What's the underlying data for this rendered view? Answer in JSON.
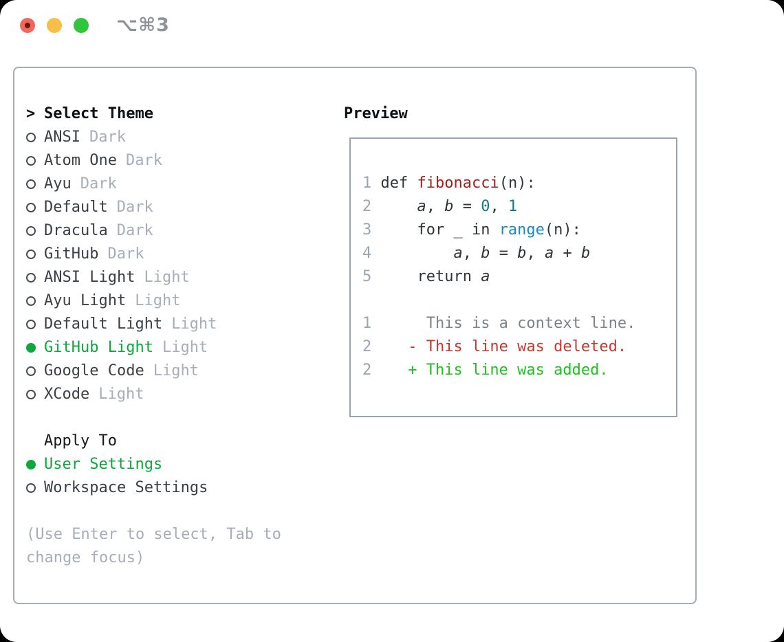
{
  "window": {
    "title": "⌥⌘3"
  },
  "colors": {
    "selection_green": "#0ca83c",
    "added_green": "#1dc31d",
    "deleted_red": "#c5392e",
    "function_red": "#a32220",
    "builtin_blue": "#1c88c3",
    "number_teal": "#0d7f7f",
    "code_text": "#2e353b",
    "muted_gray": "#a7aeb9",
    "lineno_gray": "#9aa4b2",
    "context_gray": "#7c838b",
    "panel_border": "#a6adb6",
    "traffic_red": "#ee6a5e",
    "traffic_yellow": "#f7bf4a",
    "traffic_green": "#2fc63c"
  },
  "menu": {
    "prompt": ">",
    "title": "Select Theme",
    "themes": [
      {
        "name": "ANSI",
        "variant": "Dark",
        "selected": false
      },
      {
        "name": "Atom One",
        "variant": "Dark",
        "selected": false
      },
      {
        "name": "Ayu",
        "variant": "Dark",
        "selected": false
      },
      {
        "name": "Default",
        "variant": "Dark",
        "selected": false
      },
      {
        "name": "Dracula",
        "variant": "Dark",
        "selected": false
      },
      {
        "name": "GitHub",
        "variant": "Dark",
        "selected": false
      },
      {
        "name": "ANSI Light",
        "variant": "Light",
        "selected": false
      },
      {
        "name": "Ayu Light",
        "variant": "Light",
        "selected": false
      },
      {
        "name": "Default Light",
        "variant": "Light",
        "selected": false
      },
      {
        "name": "GitHub Light",
        "variant": "Light",
        "selected": true
      },
      {
        "name": "Google Code",
        "variant": "Light",
        "selected": false
      },
      {
        "name": "XCode",
        "variant": "Light",
        "selected": false
      }
    ],
    "apply_to": {
      "label": "Apply To",
      "options": [
        {
          "label": "User Settings",
          "selected": true
        },
        {
          "label": "Workspace Settings",
          "selected": false
        }
      ]
    },
    "hint_lines": [
      "(Use Enter to select, Tab to",
      "change focus)"
    ]
  },
  "preview": {
    "label": "Preview",
    "lines": [
      {
        "segments": [
          {
            "t": "1",
            "c": "lineno"
          },
          {
            "t": " def ",
            "c": "code"
          },
          {
            "t": "fibonacci",
            "c": "func"
          },
          {
            "t": "(n):",
            "c": "code"
          }
        ]
      },
      {
        "segments": [
          {
            "t": "2",
            "c": "lineno"
          },
          {
            "t": "     ",
            "c": "code"
          },
          {
            "t": "a",
            "c": "var"
          },
          {
            "t": ", ",
            "c": "code"
          },
          {
            "t": "b",
            "c": "var"
          },
          {
            "t": " = ",
            "c": "code"
          },
          {
            "t": "0",
            "c": "number"
          },
          {
            "t": ", ",
            "c": "code"
          },
          {
            "t": "1",
            "c": "number"
          }
        ]
      },
      {
        "segments": [
          {
            "t": "3",
            "c": "lineno"
          },
          {
            "t": "     for _ in ",
            "c": "code"
          },
          {
            "t": "range",
            "c": "builtin"
          },
          {
            "t": "(n):",
            "c": "code"
          }
        ]
      },
      {
        "segments": [
          {
            "t": "4",
            "c": "lineno"
          },
          {
            "t": "         ",
            "c": "code"
          },
          {
            "t": "a",
            "c": "var"
          },
          {
            "t": ", ",
            "c": "code"
          },
          {
            "t": "b",
            "c": "var"
          },
          {
            "t": " = ",
            "c": "code"
          },
          {
            "t": "b",
            "c": "var"
          },
          {
            "t": ", ",
            "c": "code"
          },
          {
            "t": "a",
            "c": "var"
          },
          {
            "t": " + ",
            "c": "code"
          },
          {
            "t": "b",
            "c": "var"
          }
        ]
      },
      {
        "segments": [
          {
            "t": "5",
            "c": "lineno"
          },
          {
            "t": "     return ",
            "c": "code"
          },
          {
            "t": "a",
            "c": "var"
          }
        ]
      },
      {
        "segments": []
      },
      {
        "segments": [
          {
            "t": "1",
            "c": "lineno"
          },
          {
            "t": "      This is a context line.",
            "c": "context"
          }
        ]
      },
      {
        "segments": [
          {
            "t": "2",
            "c": "lineno"
          },
          {
            "t": "    - This line was deleted.",
            "c": "deleted"
          }
        ]
      },
      {
        "segments": [
          {
            "t": "2",
            "c": "lineno"
          },
          {
            "t": "    + This line was added.",
            "c": "added"
          }
        ]
      }
    ]
  }
}
